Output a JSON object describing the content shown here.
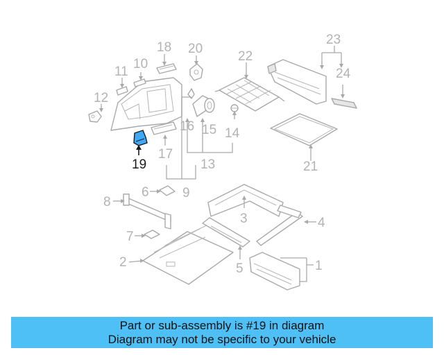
{
  "diagram": {
    "callouts": [
      "1",
      "2",
      "3",
      "4",
      "5",
      "6",
      "7",
      "8",
      "9",
      "10",
      "11",
      "12",
      "13",
      "14",
      "15",
      "16",
      "17",
      "18",
      "19",
      "20",
      "21",
      "22",
      "23",
      "24"
    ],
    "highlighted_part": "19",
    "colors": {
      "highlight_fill": "#3fa9f5",
      "banner_bg": "#4fc0f5",
      "callout_text": "#b3b3b3",
      "highlight_text": "#1a1a1a"
    }
  },
  "banner": {
    "line1": "Part or sub-assembly is #19 in diagram",
    "line2": "Diagram may not be specific to your vehicle"
  }
}
